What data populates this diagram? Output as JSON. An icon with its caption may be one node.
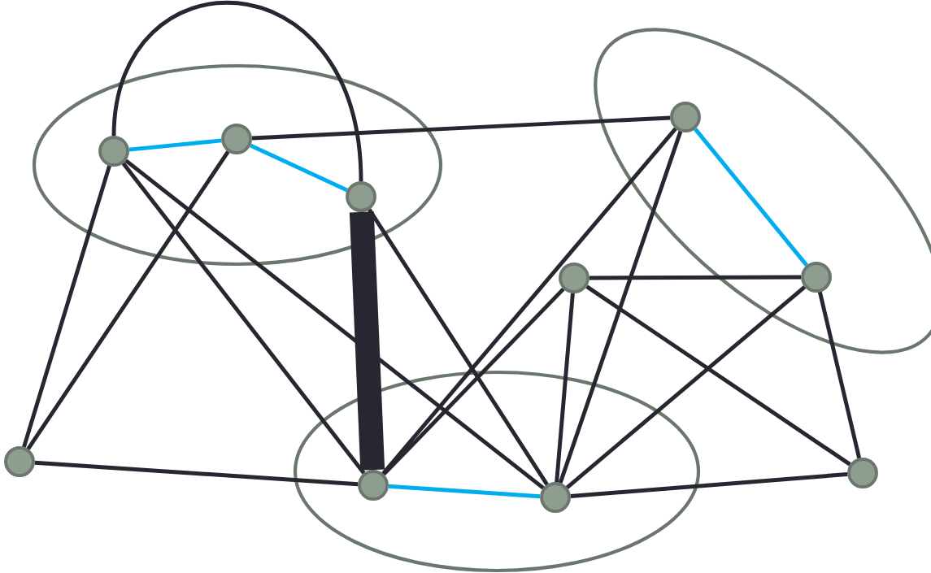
{
  "diagram": {
    "nodes": [
      {
        "text": [],
        "shape": "ellipse"
      },
      {
        "text": [],
        "shape": "circle",
        "in": 0
      },
      {
        "text": [],
        "shape": "circle",
        "in": 0
      },
      {
        "text": [],
        "shape": "circle",
        "in": 0
      },
      {
        "text": [],
        "shape": "ellipse"
      },
      {
        "text": [],
        "shape": "circle",
        "in": 4
      },
      {
        "text": [],
        "shape": "circle",
        "in": 4
      },
      {
        "text": [],
        "shape": "circle"
      },
      {
        "text": [],
        "shape": "circle"
      },
      {
        "text": [],
        "shape": "ellipse"
      },
      {
        "text": [],
        "shape": "circle",
        "in": 9
      },
      {
        "text": [],
        "shape": "circle",
        "in": 9
      },
      {
        "text": [],
        "shape": "circle"
      }
    ],
    "edges": [
      {
        "from": 1,
        "to": 2,
        "arrow": "none",
        "color": "#00aeef"
      },
      {
        "from": 2,
        "to": 3,
        "arrow": "none",
        "color": "#00aeef"
      },
      {
        "from": 1,
        "to": 3,
        "arrow": "none"
      },
      {
        "from": 2,
        "to": 5,
        "arrow": "none"
      },
      {
        "from": 5,
        "to": 6,
        "arrow": "none",
        "color": "#00aeef"
      },
      {
        "from": 3,
        "to": 10,
        "arrow": "none",
        "style": "thick"
      },
      {
        "from": 1,
        "to": 8,
        "arrow": "none"
      },
      {
        "from": 2,
        "to": 8,
        "arrow": "none"
      },
      {
        "from": 8,
        "to": 10,
        "arrow": "none"
      },
      {
        "from": 1,
        "to": 10,
        "arrow": "none"
      },
      {
        "from": 1,
        "to": 11,
        "arrow": "none"
      },
      {
        "from": 3,
        "to": 11,
        "arrow": "none"
      },
      {
        "from": 5,
        "to": 10,
        "arrow": "none"
      },
      {
        "from": 7,
        "to": 10,
        "arrow": "none"
      },
      {
        "from": 5,
        "to": 11,
        "arrow": "none"
      },
      {
        "from": 7,
        "to": 6,
        "arrow": "none"
      },
      {
        "from": 7,
        "to": 11,
        "arrow": "none"
      },
      {
        "from": 7,
        "to": 12,
        "arrow": "none"
      },
      {
        "from": 6,
        "to": 11,
        "arrow": "none"
      },
      {
        "from": 6,
        "to": 12,
        "arrow": "none"
      },
      {
        "from": 11,
        "to": 12,
        "arrow": "none"
      },
      {
        "from": 10,
        "to": 11,
        "arrow": "none",
        "color": "#00aeef"
      }
    ]
  }
}
